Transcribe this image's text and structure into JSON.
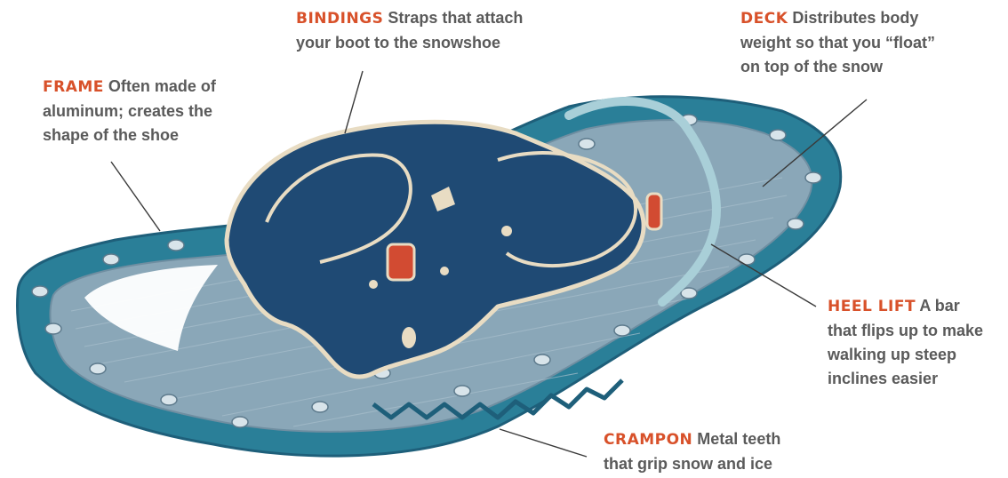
{
  "callouts": {
    "bindings": {
      "term": "BINDINGS",
      "line1": "Straps that attach",
      "line2": "your boot to the snowshoe",
      "line3": "",
      "line4": ""
    },
    "frame": {
      "term": "FRAME",
      "line1": "Often made of",
      "line2": "aluminum; creates the",
      "line3": "shape of the shoe",
      "line4": ""
    },
    "deck": {
      "term": "DECK",
      "line1": "Distributes body",
      "line2": "weight so that you “float”",
      "line3": "on top of the snow",
      "line4": ""
    },
    "heel_lift": {
      "term": "HEEL LIFT",
      "line1": "A bar",
      "line2": "that flips up to make",
      "line3": "walking up steep",
      "line4": "inclines easier"
    },
    "crampon": {
      "term": "CRAMPON",
      "line1": "Metal teeth",
      "line2": "that grip snow and ice",
      "line3": "",
      "line4": ""
    }
  },
  "colors": {
    "term": "#d8512a",
    "text": "#5a5a5a",
    "frame": "#2a7f98",
    "frame_dark": "#1e5f7a",
    "deck": "#8aa7b8",
    "binding": "#1f4a74",
    "binding_outline": "#e8dcc3",
    "heel_lift": "#a9cfd8",
    "strap_pad": "#d24b32"
  }
}
